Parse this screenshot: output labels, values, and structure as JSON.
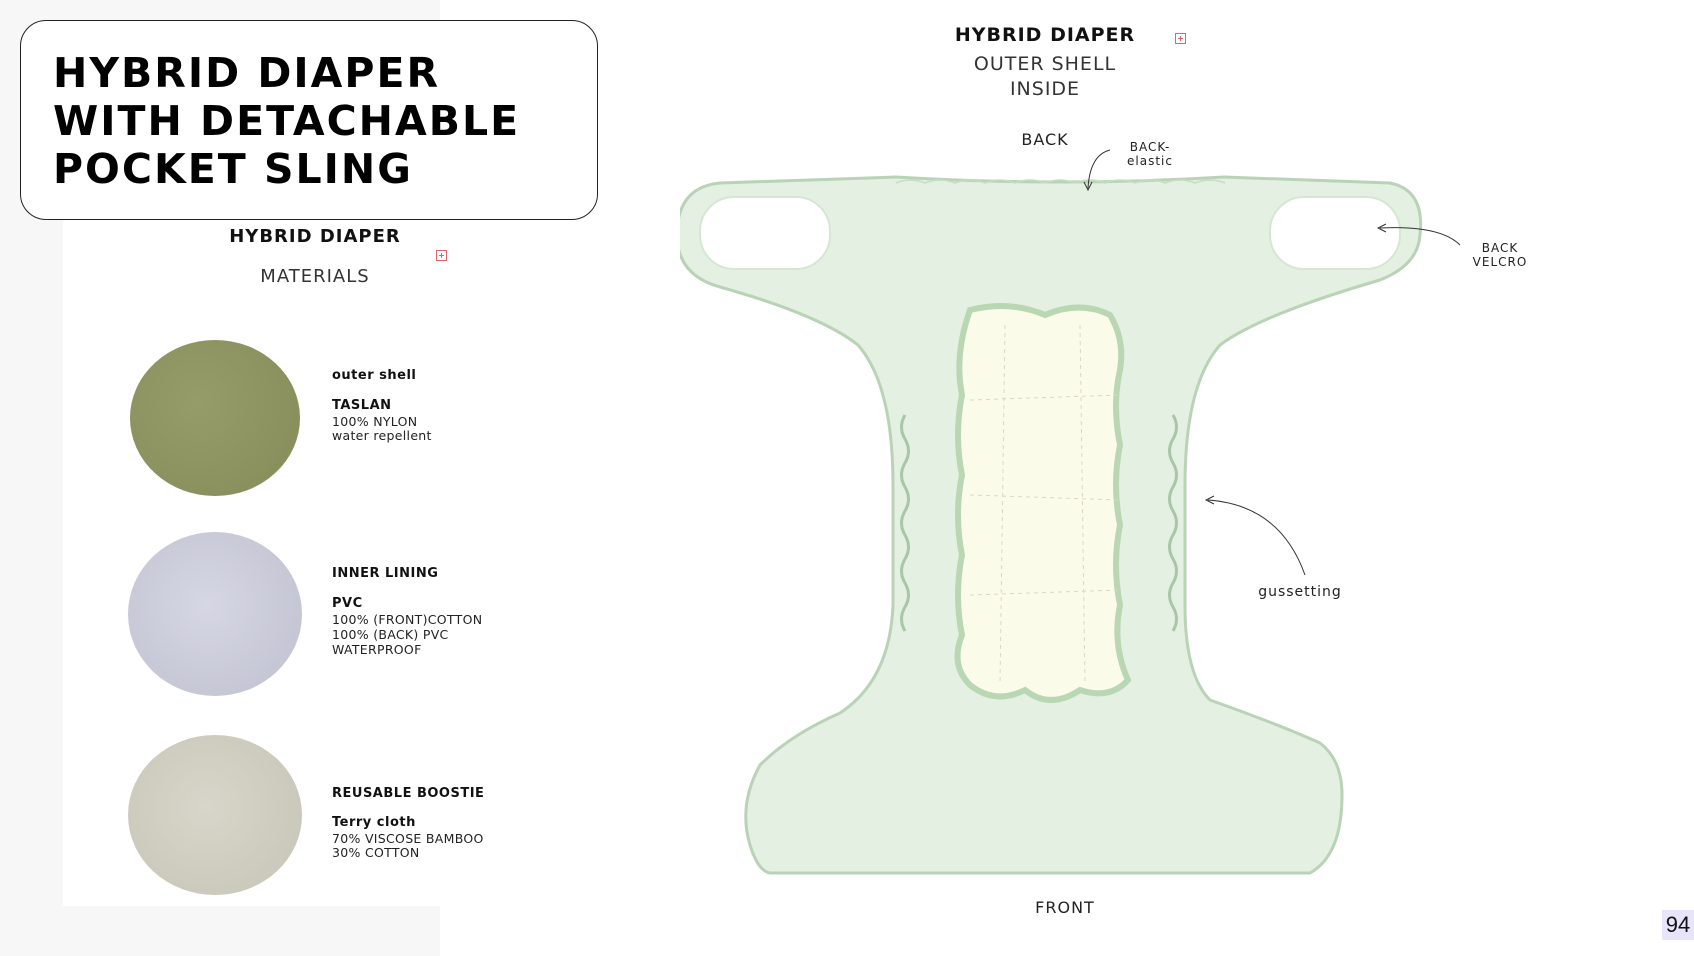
{
  "title": "HYBRID DIAPER\nWITH DETACHABLE\nPOCKET SLING",
  "materials_section": {
    "heading": "HYBRID DIAPER",
    "subheading": "MATERIALS",
    "items": [
      {
        "title": "outer shell",
        "subtitle": "TASLAN",
        "lines": [
          "100% NYLON",
          "water repellent"
        ],
        "color": "#8e9562"
      },
      {
        "title": "INNER LINING",
        "subtitle": "PVC",
        "lines": [
          "100% (FRONT)COTTON",
          "100% (BACK) PVC",
          "WATERPROOF"
        ],
        "color": "#c9cad8"
      },
      {
        "title": "REUSABLE BOOSTIE",
        "subtitle": "Terry cloth",
        "lines": [
          "70% VISCOSE BAMBOO",
          "30% COTTON"
        ],
        "color": "#cfcdc0"
      }
    ]
  },
  "diagram": {
    "heading": "HYBRID DIAPER",
    "subheading_1": "OUTER SHELL",
    "subheading_2": "INSIDE",
    "label_back": "BACK",
    "label_back_elastic_1": "BACK-",
    "label_back_elastic_2": "elastic",
    "label_back_velcro_1": "BACK",
    "label_back_velcro_2": "VELCRO",
    "label_gussetting": "gussetting",
    "label_front": "FRONT",
    "shell_color": "#e3f0e2",
    "outline_color": "#b9d3b6",
    "pad_color": "#fbfbea"
  },
  "page_number": "94"
}
